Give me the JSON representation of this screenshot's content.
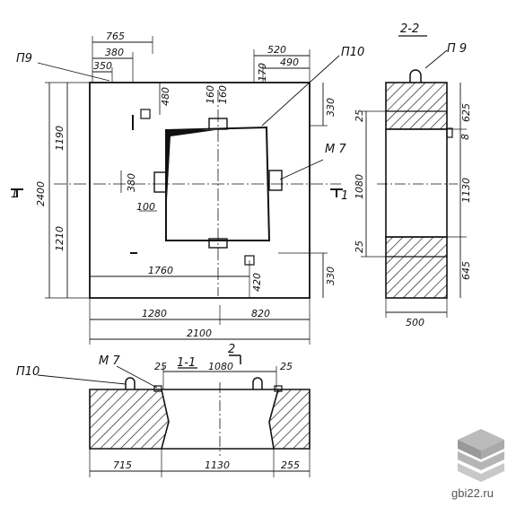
{
  "plan_view": {
    "dims_top": {
      "d765": "765",
      "d380": "380",
      "d350": "350",
      "d520": "520",
      "d490": "490",
      "d170": "170"
    },
    "dims_left": {
      "d2400": "2400",
      "d1190": "1190",
      "d1210": "1210"
    },
    "dims_inner": {
      "d480": "480",
      "d160a": "160",
      "d160b": "160",
      "d380": "380",
      "d100": "100",
      "d1760": "1760",
      "d420": "420",
      "d330a": "330",
      "d330b": "330"
    },
    "dims_bottom": {
      "d1280": "1280",
      "d820": "820",
      "d2100": "2100"
    },
    "labels": {
      "p9": "П9",
      "p10": "П10",
      "m7": "М 7",
      "section_mark": "1"
    }
  },
  "side_view": {
    "title": "2-2",
    "labels": {
      "p9": "П 9"
    },
    "dims": {
      "d625": "625",
      "d1080": "1080",
      "d1130": "1130",
      "d645": "645",
      "d500": "500",
      "d25a": "25",
      "d25b": "25",
      "d8": "8"
    }
  },
  "section_view": {
    "title": "1-1",
    "mark": "2",
    "labels": {
      "p10": "П10",
      "m7": "М 7"
    },
    "dims": {
      "d25a": "25",
      "d1080": "1080",
      "d25b": "25",
      "d715": "715",
      "d1130": "1130",
      "d255": "255"
    }
  },
  "watermark": {
    "text": "gbi22.ru"
  }
}
